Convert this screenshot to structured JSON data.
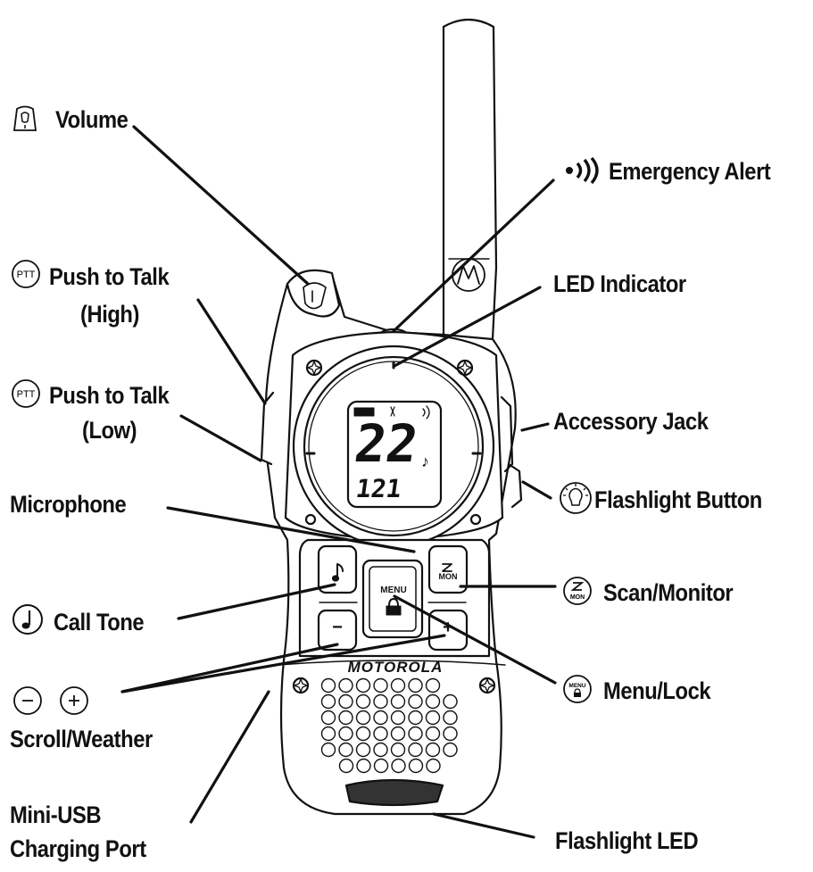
{
  "labels": {
    "volume": "Volume",
    "emergency_alert": "Emergency Alert",
    "ptt_high_1": "Push to Talk",
    "ptt_high_2": "(High)",
    "led_indicator": "LED Indicator",
    "ptt_low_1": "Push to Talk",
    "ptt_low_2": "(Low)",
    "accessory_jack": "Accessory Jack",
    "microphone": "Microphone",
    "flashlight_button": "Flashlight Button",
    "scan_monitor": "Scan/Monitor",
    "call_tone": "Call Tone",
    "menu_lock": "Menu/Lock",
    "scroll_weather": "Scroll/Weather",
    "mini_usb_1": "Mini-USB",
    "mini_usb_2": "Charging Port",
    "flashlight_led": "Flashlight LED"
  },
  "device": {
    "brand": "MOTOROLA",
    "display_channel": "22",
    "display_code": "121",
    "menu_key": "MENU",
    "mon_key": "MON",
    "minus_key": "−",
    "plus_key": "+",
    "ptt_icon_text": "PTT"
  },
  "icons": {
    "volume": "volume-knob-icon",
    "emergency": "emergency-signal-icon",
    "ptt": "ptt-icon",
    "flashlight": "flashlight-bulb-icon",
    "scan": "scan-monitor-icon",
    "call_tone": "music-note-icon",
    "menu": "menu-lock-icon",
    "minus": "minus-circle-icon",
    "plus": "plus-circle-icon"
  }
}
